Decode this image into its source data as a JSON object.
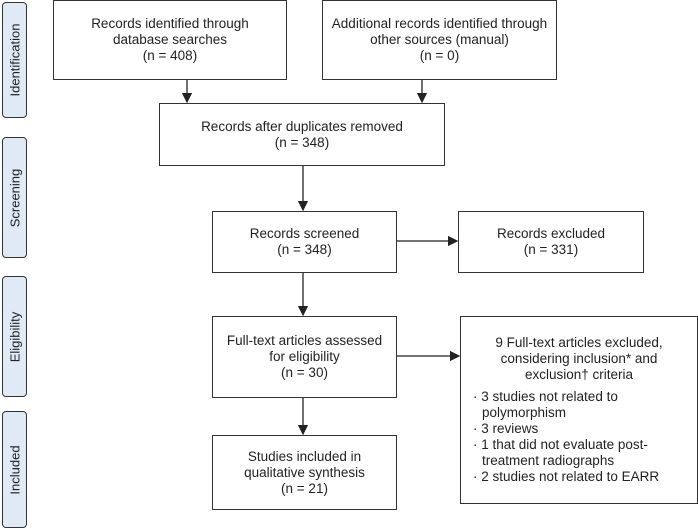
{
  "stages": [
    "Identification",
    "Screening",
    "Eligibility",
    "Included"
  ],
  "boxes": {
    "db": [
      "Records identified through",
      "database searches",
      "(n = 408)"
    ],
    "other": [
      "Additional records identified through",
      "other sources (manual)",
      "(n = 0)"
    ],
    "dedup": [
      "Records after duplicates removed",
      "(n = 348)"
    ],
    "screened": [
      "Records screened",
      "(n = 348)"
    ],
    "excluded": [
      "Records excluded",
      "(n = 331)"
    ],
    "fulltext": [
      "Full-text articles assessed",
      "for eligibility",
      "(n = 30)"
    ],
    "ft_excluded": {
      "header": [
        "9 Full-text articles excluded,",
        "considering inclusion* and",
        "exclusion† criteria"
      ],
      "items": [
        "· 3 studies not related to polymorphism",
        "· 3 reviews",
        "· 1 that did not evaluate post-treatment radiographs",
        "· 2 studies not related to EARR"
      ]
    },
    "included": [
      "Studies included in",
      "qualitative synthesis",
      "(n = 21)"
    ]
  }
}
